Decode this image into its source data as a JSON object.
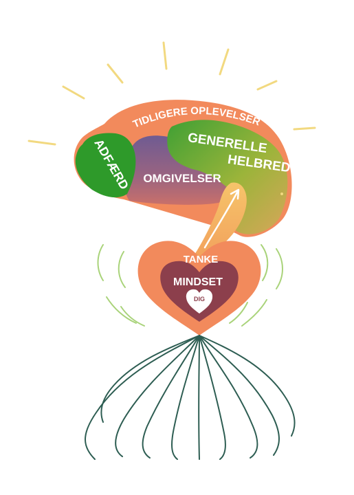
{
  "labels": {
    "past_experiences": "TIDLIGERE OPLEVELSER",
    "behavior": "ADFÆRD",
    "general_health_line1": "GENERELLE",
    "general_health_line2": "HELBRED",
    "surroundings": "OMGIVELSER",
    "thought": "TANKE",
    "mindset": "MINDSET",
    "you": "DIG"
  },
  "colors": {
    "orange": "#F28A5C",
    "green": "#2E9A2A",
    "purple": "#7D5A88",
    "heart_dark": "#8C3F4C",
    "rays": "#F2D980",
    "vibration": "#A9D37A",
    "roots": "#2D5D52",
    "yellow_arrow": "#F3C46B"
  }
}
